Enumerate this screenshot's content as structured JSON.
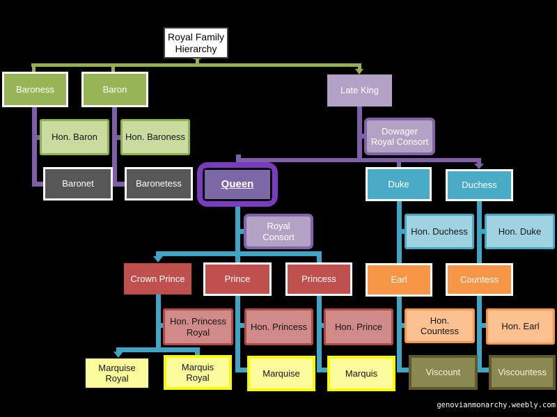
{
  "title": "Royal Family\nHierarchy",
  "watermark": "genovianmonarchy.weebly.com",
  "nodes": {
    "baroness": "Baroness",
    "baron": "Baron",
    "hon_baron": "Hon. Baron",
    "hon_baroness": "Hon. Baroness",
    "baronet": "Baronet",
    "baronetess": "Baronetess",
    "late_king": "Late King",
    "dowager_royal_consort": "Dowager\nRoyal Consort",
    "queen": "Queen",
    "duke": "Duke",
    "duchess": "Duchess",
    "royal_consort": "Royal\nConsort",
    "hon_duchess": "Hon. Duchess",
    "hon_duke": "Hon. Duke",
    "crown_prince": "Crown Prince",
    "prince": "Prince",
    "princess": "Princess",
    "earl": "Earl",
    "countess": "Countess",
    "hon_princess_royal": "Hon. Princess\nRoyal",
    "hon_princess": "Hon. Princess",
    "hon_prince": "Hon. Prince",
    "hon_countess": "Hon.\nCountess",
    "hon_earl": "Hon. Earl",
    "marquise_royal": "Marquise\nRoyal",
    "marquis_royal": "Marquis\nRoyal",
    "marquise": "Marquise",
    "marquis": "Marquis",
    "viscount": "Viscount",
    "viscountess": "Viscountess"
  },
  "edges": [
    [
      "royal_family_hierarchy",
      "baroness"
    ],
    [
      "royal_family_hierarchy",
      "baron"
    ],
    [
      "royal_family_hierarchy",
      "late_king"
    ],
    [
      "baroness",
      "hon_baron"
    ],
    [
      "baroness",
      "baronet"
    ],
    [
      "baron",
      "hon_baroness"
    ],
    [
      "baron",
      "baronetess"
    ],
    [
      "late_king",
      "dowager_royal_consort"
    ],
    [
      "late_king",
      "queen"
    ],
    [
      "late_king",
      "duke"
    ],
    [
      "late_king",
      "duchess"
    ],
    [
      "queen",
      "royal_consort"
    ],
    [
      "queen",
      "crown_prince"
    ],
    [
      "queen",
      "prince"
    ],
    [
      "queen",
      "princess"
    ],
    [
      "crown_prince",
      "hon_princess_royal"
    ],
    [
      "crown_prince",
      "marquise_royal"
    ],
    [
      "crown_prince",
      "marquis_royal"
    ],
    [
      "prince",
      "hon_princess"
    ],
    [
      "prince",
      "marquise"
    ],
    [
      "princess",
      "hon_prince"
    ],
    [
      "princess",
      "marquis"
    ],
    [
      "duke",
      "hon_duchess"
    ],
    [
      "duke",
      "earl"
    ],
    [
      "duchess",
      "hon_duke"
    ],
    [
      "duchess",
      "countess"
    ],
    [
      "earl",
      "hon_countess"
    ],
    [
      "earl",
      "viscount"
    ],
    [
      "countess",
      "hon_earl"
    ],
    [
      "countess",
      "viscountess"
    ]
  ],
  "colors": {
    "background": "#000000",
    "green": "#97B457",
    "green_light": "#C9DB9F",
    "gray_dark": "#575757",
    "lavender": "#B3A2C6",
    "purple": "#8464A8",
    "queen_frame": "#7A3CBE",
    "queen_fill": "#7B68A5",
    "teal": "#4AABC6",
    "teal_light": "#9FD3E2",
    "red": "#C0504D",
    "red_light": "#D08A88",
    "orange": "#F79646",
    "orange_light": "#FAC090",
    "yellow": "#FBFB9B",
    "yellow_border": "#F8F800",
    "olive": "#8C8851",
    "line_green": "#94AF54",
    "line_purple": "#7D60A5",
    "line_teal": "#41A4C4"
  }
}
